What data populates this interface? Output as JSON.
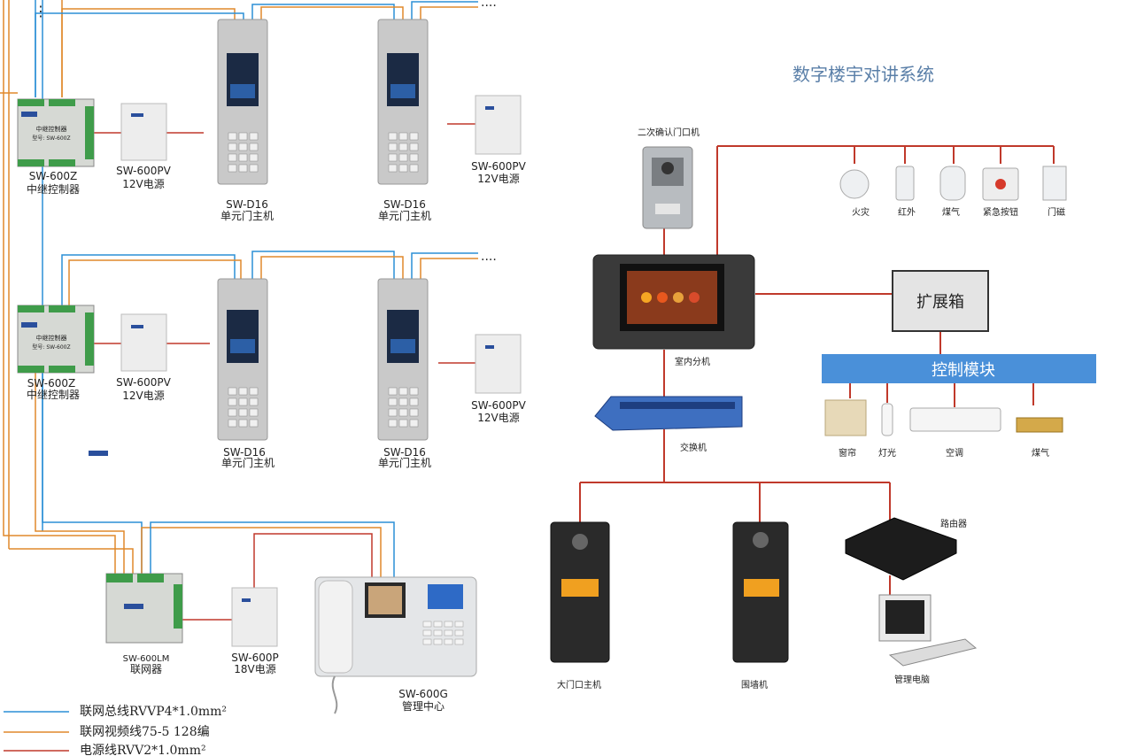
{
  "left": {
    "row1": {
      "relay": {
        "model": "SW-600Z",
        "name": "中继控制器",
        "plate_title": "中继控制器",
        "plate_model": "型号: SW-600Z"
      },
      "psu": {
        "model": "SW-600PV",
        "name": "12V电源"
      },
      "door1": {
        "model": "SW-D16",
        "name": "单元门主机"
      },
      "door2": {
        "model": "SW-D16",
        "name": "单元门主机"
      },
      "psu_right": {
        "model": "SW-600PV",
        "name": "12V电源"
      },
      "continue": "....",
      "top_dots": "⋮"
    },
    "row2": {
      "relay": {
        "model": "SW-600Z",
        "name": "中继控制器",
        "plate_title": "中继控制器",
        "plate_model": "型号: SW-600Z"
      },
      "psu": {
        "model": "SW-600PV",
        "name": "12V电源"
      },
      "door1": {
        "model": "SW-D16",
        "name": "单元门主机"
      },
      "door2": {
        "model": "SW-D16",
        "name": "单元门主机"
      },
      "psu_right": {
        "model": "SW-600PV",
        "name": "12V电源"
      },
      "continue": "...."
    },
    "row3": {
      "network": {
        "model": "SW-600LM",
        "name": "联网器"
      },
      "psu": {
        "model": "SW-600P",
        "name": "18V电源"
      },
      "center": {
        "model": "SW-600G",
        "name": "管理中心"
      }
    },
    "legend": [
      {
        "label": "联网总线RVVP4*1.0mm²",
        "color": "#2b8fd6"
      },
      {
        "label": "联网视频线75-5   128编",
        "color": "#e0892b"
      },
      {
        "label": "电源线RVV2*1.0mm²",
        "color": "#c0392b"
      }
    ]
  },
  "right": {
    "title": "数字楼宇对讲系统",
    "confirm_door": "二次确认门口机",
    "indoor": "室内分机",
    "switch": "交换机",
    "expansion": "扩展箱",
    "control": "控制模块",
    "sensors": [
      "火灾",
      "红外",
      "煤气",
      "紧急按钮",
      "门磁"
    ],
    "appliances": [
      "窗帘",
      "灯光",
      "空调",
      "煤气"
    ],
    "gate": "大门口主机",
    "wall": "围墙机",
    "router": "路由器",
    "pc": "管理电脑"
  },
  "colors": {
    "blue": "#2b8fd6",
    "orange": "#e0892b",
    "red": "#c0392b",
    "title": "#5a7fa8",
    "control_bar": "#4a90d9"
  }
}
